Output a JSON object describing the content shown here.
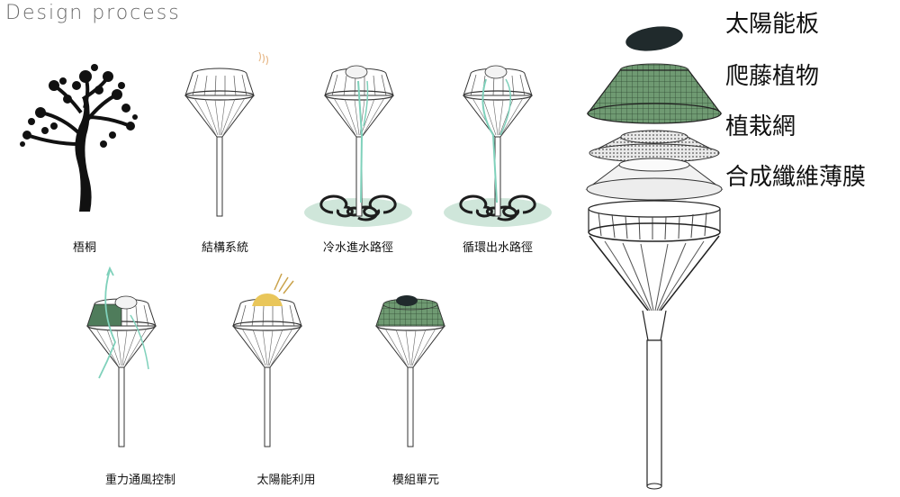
{
  "title": "Design process",
  "captions": {
    "tree": "梧桐",
    "structure": "結構系統",
    "cold_water_path": "冷水進水路徑",
    "circulation_path": "循環出水路徑",
    "ventilation": "重力通風控制",
    "solar_use": "太陽能利用",
    "module": "模組單元"
  },
  "layers": {
    "solar_panel": "太陽能板",
    "climbing_plants": "爬藤植物",
    "planting_net": "植栽網",
    "membrane": "合成纖維薄膜"
  },
  "colors": {
    "line": "#333333",
    "plant_green": "#5d8a63",
    "water_green": "#7fd1bb",
    "pool": "#cfe6da",
    "sun_yellow": "#e9c65a",
    "solar_dark": "#202a2c"
  }
}
